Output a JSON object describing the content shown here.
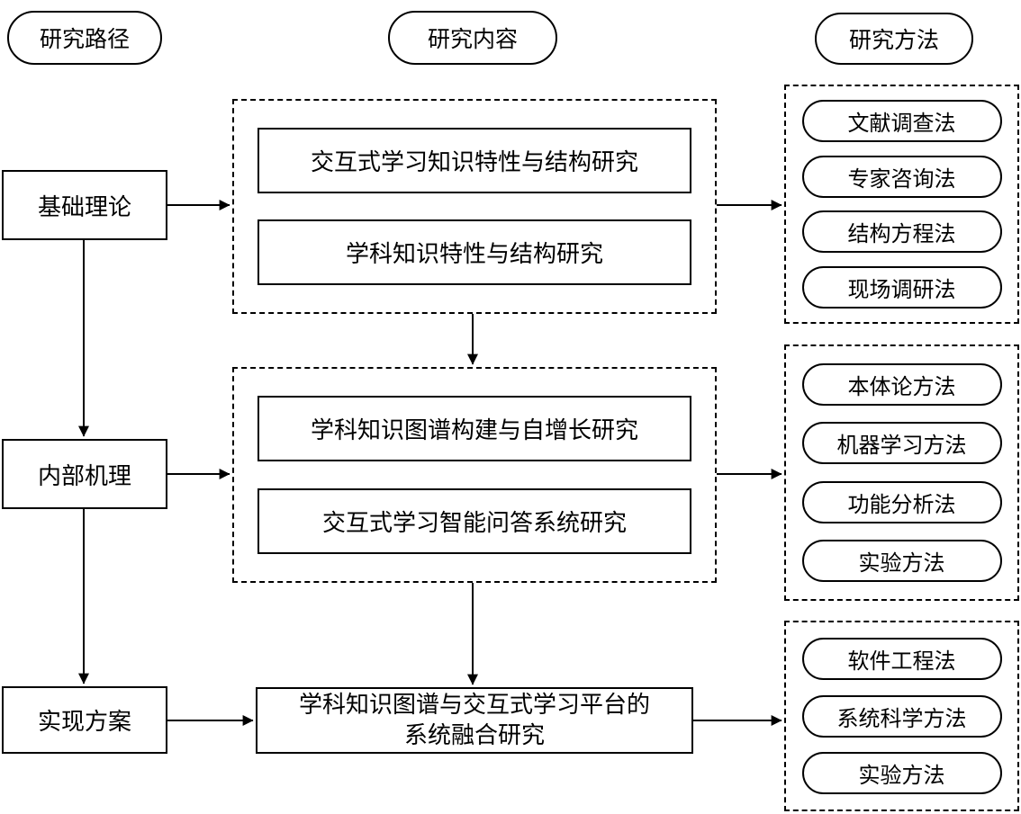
{
  "headers": {
    "path": "研究路径",
    "content": "研究内容",
    "method": "研究方法"
  },
  "path_nodes": [
    "基础理论",
    "内部机理",
    "实现方案"
  ],
  "content": {
    "group1": [
      "交互式学习知识特性与结构研究",
      "学科知识特性与结构研究"
    ],
    "group2": [
      "学科知识图谱构建与自增长研究",
      "交互式学习智能问答系统研究"
    ],
    "final_box": "学科知识图谱与交互式学习平台的\n系统融合研究"
  },
  "methods": {
    "group1": [
      "文献调查法",
      "专家咨询法",
      "结构方程法",
      "现场调研法"
    ],
    "group2": [
      "本体论方法",
      "机器学习方法",
      "功能分析法",
      "实验方法"
    ],
    "group3": [
      "软件工程法",
      "系统科学方法",
      "实验方法"
    ]
  }
}
